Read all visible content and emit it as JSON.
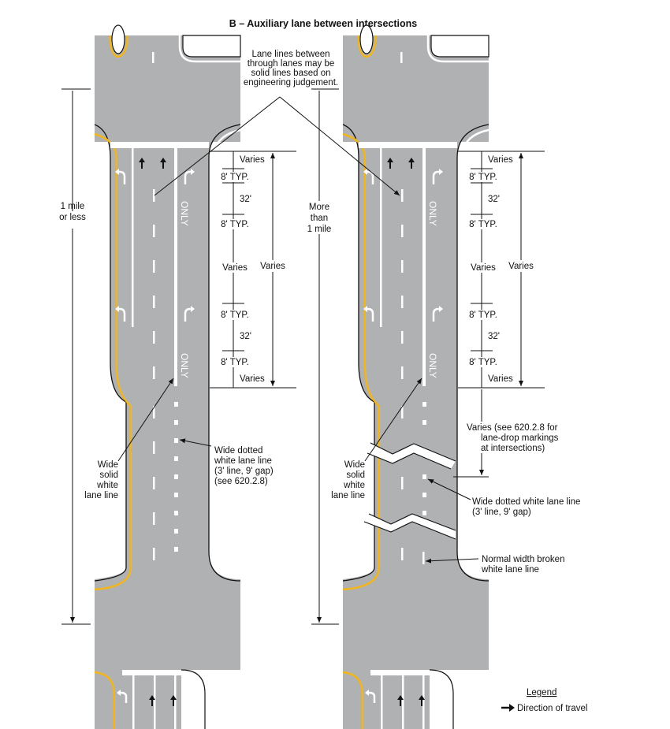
{
  "title": "B – Auxiliary lane between intersections",
  "colors": {
    "road": "#b0b1b3",
    "marking_white": "#ffffff",
    "marking_yellow": "#f2b61c",
    "ink": "#111111"
  },
  "callout_top": [
    "Lane lines between",
    "through lanes may be",
    "solid lines based on",
    "engineering judgement."
  ],
  "lane_word": "ONLY",
  "left": {
    "distance_label": [
      "1 mile",
      "or less"
    ],
    "dims": [
      "Varies",
      "8' TYP.",
      "32'",
      "8' TYP.",
      "Varies",
      "8' TYP.",
      "32'",
      "8' TYP.",
      "Varies"
    ],
    "overall": "Varies",
    "wide_solid": [
      "Wide",
      "solid",
      "white",
      "lane line"
    ],
    "wide_dotted": [
      "Wide dotted",
      "white lane line",
      "(3' line, 9' gap)",
      "(see 620.2.8)"
    ]
  },
  "right": {
    "distance_label": [
      "More",
      "than",
      "1 mile"
    ],
    "dims": [
      "Varies",
      "8' TYP.",
      "32'",
      "8' TYP.",
      "Varies",
      "8' TYP.",
      "32'",
      "8' TYP.",
      "Varies"
    ],
    "overall": "Varies",
    "lane_drop": [
      "Varies (see 620.2.8 for",
      "lane-drop markings",
      "at intersections)"
    ],
    "wide_solid": [
      "Wide",
      "solid",
      "white",
      "lane line"
    ],
    "wide_dotted": [
      "Wide dotted white lane line",
      "(3' line, 9' gap)"
    ],
    "normal_broken": [
      "Normal width broken",
      "white lane line"
    ]
  },
  "legend": {
    "title": "Legend",
    "item": "Direction of travel",
    "icon": "arrow-right-icon"
  }
}
